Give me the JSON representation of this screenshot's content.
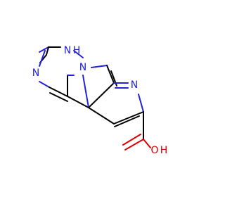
{
  "molecule": {
    "atom_labels": {
      "nh_n": "N",
      "nh_h": "H",
      "n_triazine": "N",
      "n_bridge": "N",
      "n_pyrrole": "N",
      "o_hydroxyl": "O",
      "h_hydroxyl": "H"
    },
    "colors": {
      "bond": "#000000",
      "nitrogen": "#2222dd",
      "oxygen": "#dd0000"
    }
  }
}
